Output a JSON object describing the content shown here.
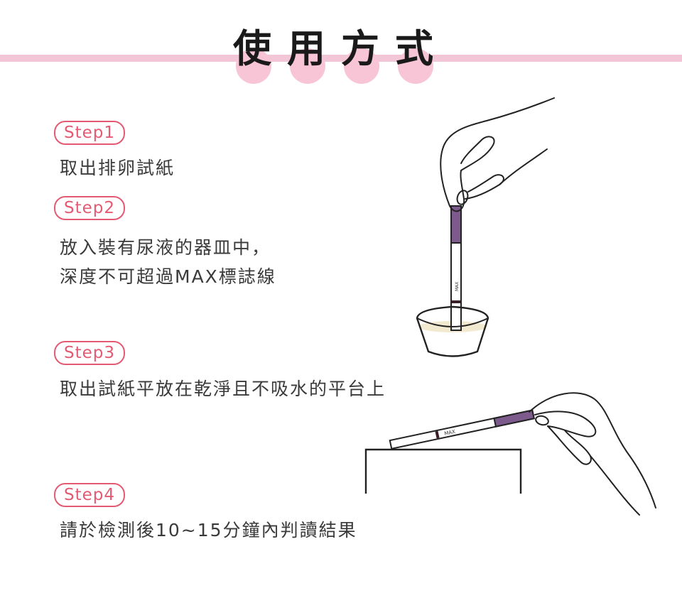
{
  "title": {
    "chars": [
      "使",
      "用",
      "方",
      "式"
    ]
  },
  "colors": {
    "accent": "#e35a72",
    "header_line": "#f2c6d6",
    "dot": "#f7c5d5",
    "strip_purple": "#7d5a8c",
    "liquid": "#f2ead0"
  },
  "steps": [
    {
      "label": "Step1",
      "lines": [
        "取出排卵試紙"
      ]
    },
    {
      "label": "Step2",
      "lines": [
        "放入裝有尿液的器皿中，",
        "深度不可超過MAX標誌線"
      ]
    },
    {
      "label": "Step3",
      "lines": [
        "取出試紙平放在乾淨且不吸水的平台上"
      ]
    },
    {
      "label": "Step4",
      "lines": [
        "請於檢測後10~15分鐘內判讀結果"
      ]
    }
  ],
  "illustrations": {
    "dip": {
      "strip_mark": "MAX"
    },
    "flat": {
      "strip_mark": "MAX"
    }
  }
}
